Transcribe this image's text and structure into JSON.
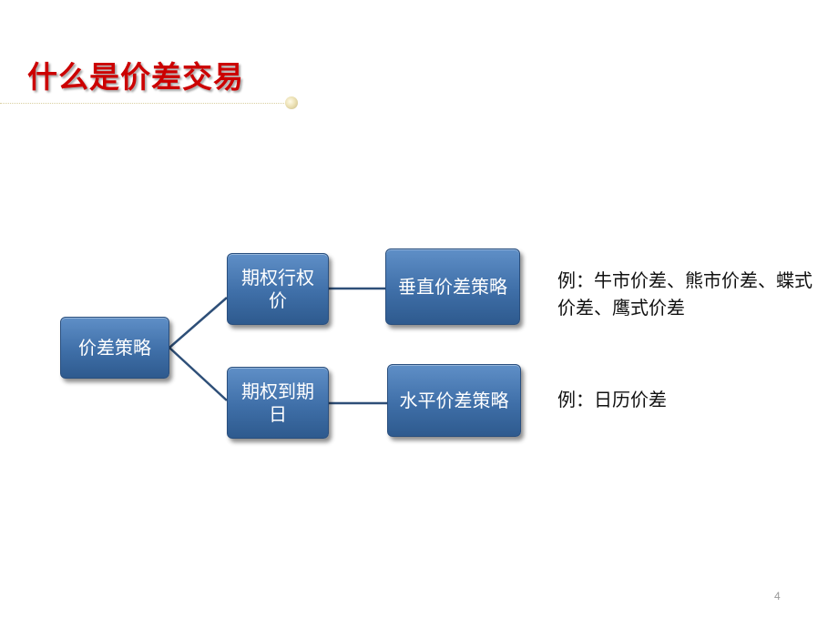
{
  "slide": {
    "title": "什么是价差交易",
    "page_number": "4"
  },
  "diagram": {
    "root": "价差策略",
    "branches": [
      {
        "label": "期权行权价",
        "strategy": "垂直价差策略",
        "example": "例：牛市价差、熊市价差、蝶式价差、鹰式价差"
      },
      {
        "label": "期权到期日",
        "strategy": "水平价差策略",
        "example": "例：日历价差"
      }
    ]
  },
  "colors": {
    "title": "#cc0000",
    "box_fill": "#3f6fa8",
    "connector": "#2e4f78"
  }
}
